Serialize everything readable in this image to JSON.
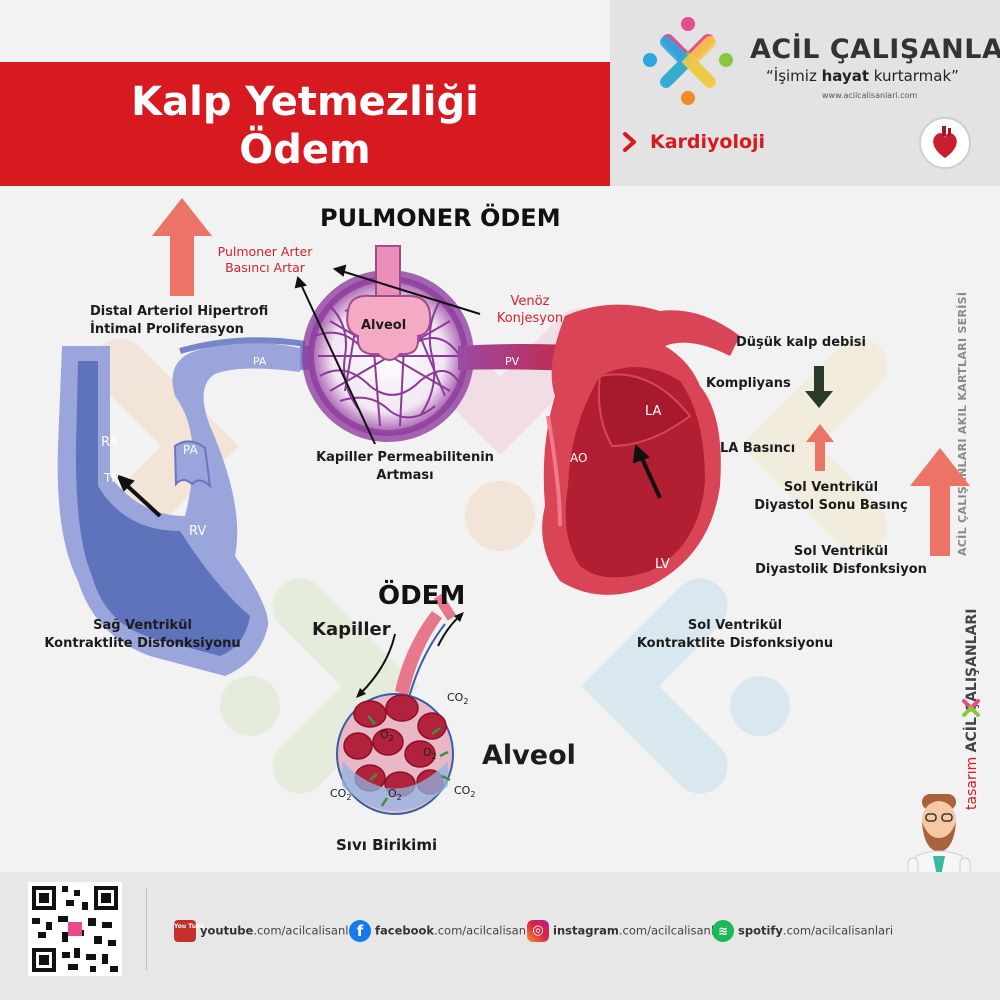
{
  "header": {
    "title_line1": "Kalp Yetmezliği",
    "title_line2": "Ödem"
  },
  "brand": {
    "name": "ACİL ÇALIŞANLARI",
    "slogan_pre": "“İşimiz ",
    "slogan_bold": "hayat",
    "slogan_post": " kurtarmak”",
    "url": "www.acilcalisanlari.com"
  },
  "category": {
    "label": "Kardiyoloji"
  },
  "side": {
    "series": "ACİL ÇALIŞANLARI AKIL KARTLARI SERİSİ",
    "design_pre": "tasarım",
    "design_brand": "ACİL ÇALIŞANLARI"
  },
  "diagram": {
    "pulmoner_title": "PULMONER ÖDEM",
    "pa_pressure_1": "Pulmoner Arter",
    "pa_pressure_2": "Basıncı Artar",
    "distal_1": "Distal Arteriol Hipertrofi",
    "distal_2": "İntimal Proliferasyon",
    "venoz_1": "Venöz",
    "venoz_2": "Konjesyon",
    "alveol_small": "Alveol",
    "kapiller_perm_1": "Kapiller Permeabilitenin",
    "kapiller_perm_2": "Artması",
    "pa1": "PA",
    "pa2": "PA",
    "pv": "PV",
    "ra": "RA",
    "tr": "TR",
    "rv": "RV",
    "la": "LA",
    "ao": "AO",
    "lv": "LV",
    "dusuk": "Düşük kalp debisi",
    "kompliyans": "Kompliyans",
    "la_basinci": "LA Basıncı",
    "sol_diyastol_1": "Sol Ventrikül",
    "sol_diyastol_2": "Diyastol Sonu Basınç",
    "sol_disf_1": "Sol Ventrikül",
    "sol_disf_2": "Diyastolik Disfonksiyon",
    "sol_kontr_1": "Sol Ventrikül",
    "sol_kontr_2": "Kontraktlite Disfonksiyonu",
    "sag_kontr_1": "Sağ Ventrikül",
    "sag_kontr_2": "Kontraktlite Disfonksiyonu",
    "odem_title": "ÖDEM",
    "kapiller": "Kapiller",
    "alveol_big": "Alveol",
    "sivi": "Sıvı Birikimi",
    "co2_a": "CO",
    "co2_b": "CO",
    "co2_c": "CO",
    "o2_a": "O",
    "o2_b": "O",
    "o2_c": "O",
    "sub2": "2"
  },
  "footer": {
    "youtube": "youtube.com/acilcalisanlari",
    "youtube_bold": "youtube",
    "facebook": ".com/acilcalisanlari",
    "facebook_bold": "facebook",
    "instagram": ".com/acilcalisanlari",
    "instagram_bold": "instagram",
    "spotify": ".com/acilcalisanlari",
    "spotify_bold": "spotify",
    "yt_rest": ".com/acilcalisanlari",
    "yt_icon": "You Tube"
  },
  "colors": {
    "header_red": "#d71920",
    "vein_blue": "#6f82c7",
    "artery_red": "#c8243a",
    "arrow_salmon": "#e86c5f",
    "arrow_dark": "#2a3a2a"
  }
}
